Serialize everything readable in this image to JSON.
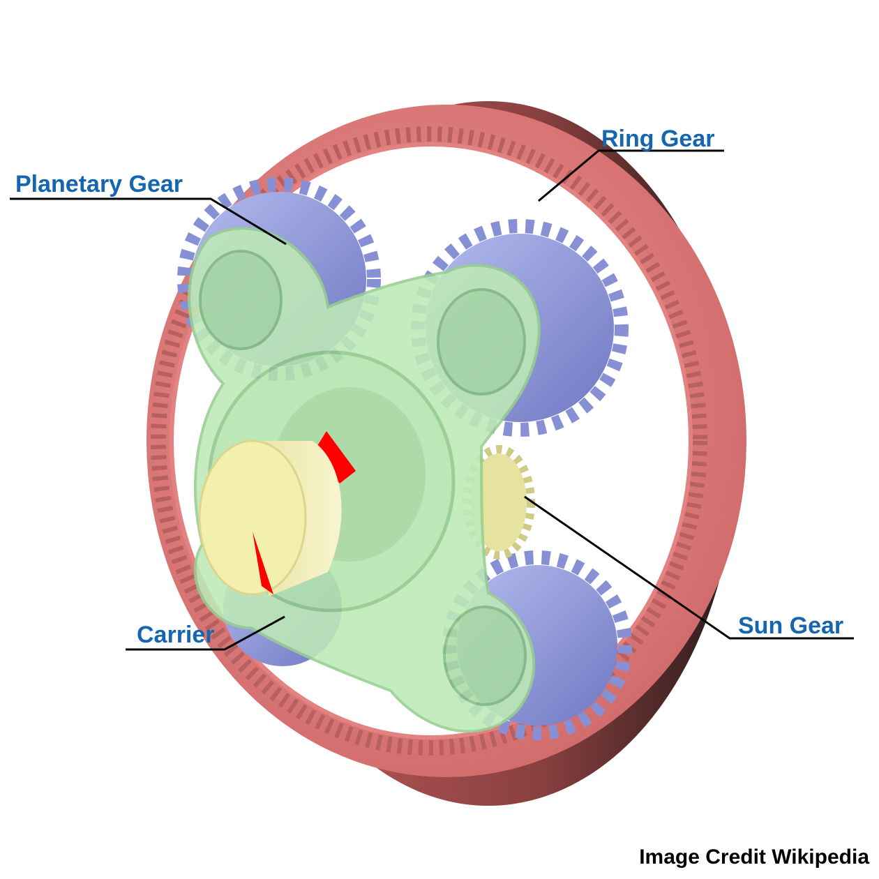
{
  "labels": {
    "ring_gear": "Ring Gear",
    "planetary_gear": "Planetary Gear",
    "sun_gear": "Sun Gear",
    "carrier": "Carrier"
  },
  "credit": "Image Credit Wikipedia",
  "colors": {
    "label_text": "#1565b0",
    "ring_gear": "#ef8a8a",
    "ring_gear_shadow": "#c96a6a",
    "planet_gear": "#9aa3e0",
    "carrier": "#b9e8b4",
    "sun_shaft": "#f3efad",
    "marker": "#ff0000",
    "leader_line": "#000000"
  }
}
